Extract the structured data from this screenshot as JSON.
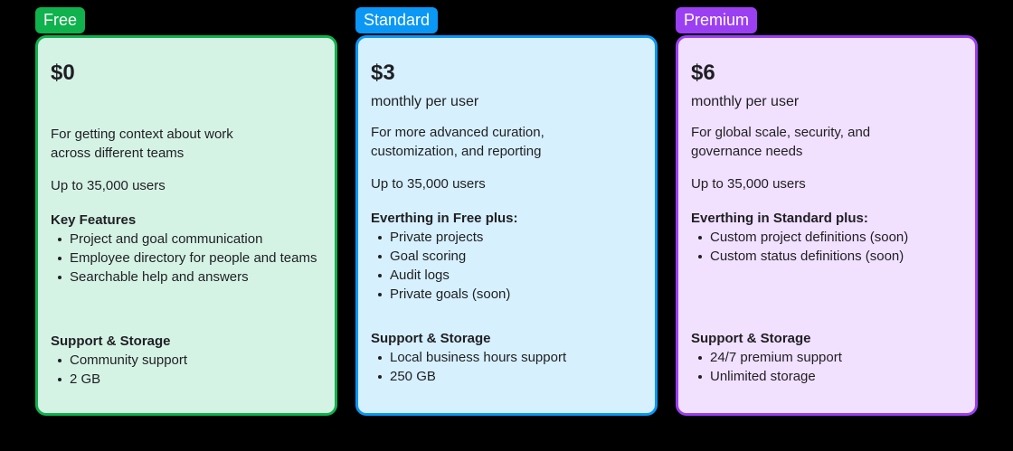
{
  "plans": [
    {
      "name": "Free",
      "accent": "#0fb24c",
      "background": "#d5f3e5",
      "price": "$0",
      "period": "",
      "description": [
        "For getting context about work",
        "across different teams"
      ],
      "users": "Up to 35,000 users",
      "features_title": "Key Features",
      "features": [
        "Project and goal communication",
        "Employee directory for people and teams",
        "Searchable help and answers"
      ],
      "support_title": "Support & Storage",
      "support": [
        "Community support",
        "2 GB"
      ]
    },
    {
      "name": "Standard",
      "accent": "#0a97f5",
      "background": "#d6f0fd",
      "price": "$3",
      "period": "monthly per user",
      "description": [
        "For more advanced curation,",
        "customization, and reporting"
      ],
      "users": "Up to 35,000 users",
      "features_title": "Everthing in Free plus:",
      "features": [
        "Private projects",
        "Goal scoring",
        "Audit logs",
        "Private goals (soon)"
      ],
      "support_title": "Support & Storage",
      "support": [
        "Local business hours support",
        "250 GB"
      ]
    },
    {
      "name": "Premium",
      "accent": "#9b3ff3",
      "background": "#f1e0fe",
      "price": "$6",
      "period": "monthly per user",
      "description": [
        "For global scale, security, and",
        "governance needs"
      ],
      "users": "Up to 35,000 users",
      "features_title": "Everthing in Standard plus:",
      "features": [
        "Custom project definitions (soon)",
        "Custom status definitions (soon)"
      ],
      "support_title": "Support & Storage",
      "support": [
        "24/7 premium support",
        "Unlimited storage"
      ]
    }
  ]
}
